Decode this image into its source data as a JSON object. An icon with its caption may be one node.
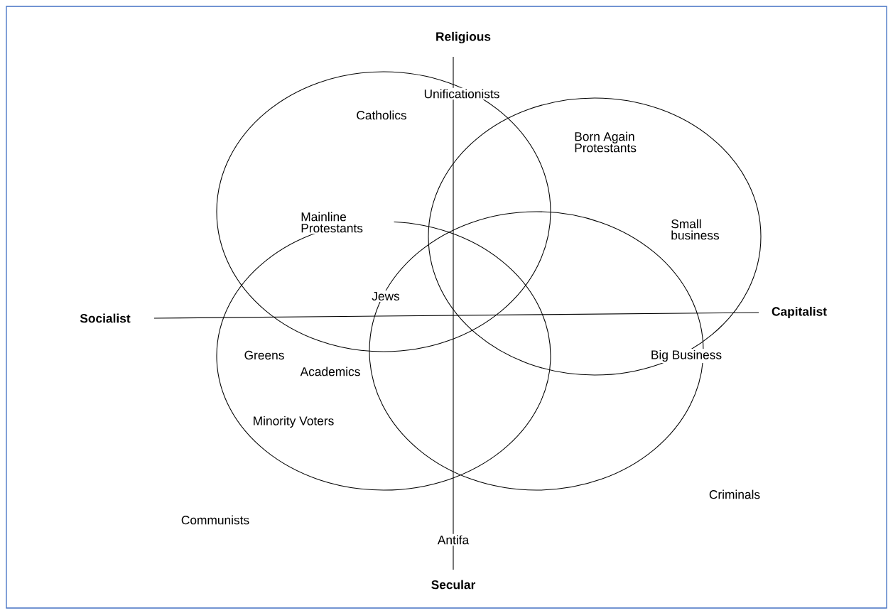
{
  "diagram": {
    "labels": [
      "Religious",
      "Unificationists",
      "Catholics",
      "Born Again Protestants",
      "Mainline Protestants",
      "Small business",
      "Jews",
      "Socialist",
      "Capitalist",
      "Greens",
      "Academics",
      "Big Business",
      "Minority Voters",
      "Criminals",
      "Communists",
      "Antifa",
      "Secular"
    ]
  }
}
